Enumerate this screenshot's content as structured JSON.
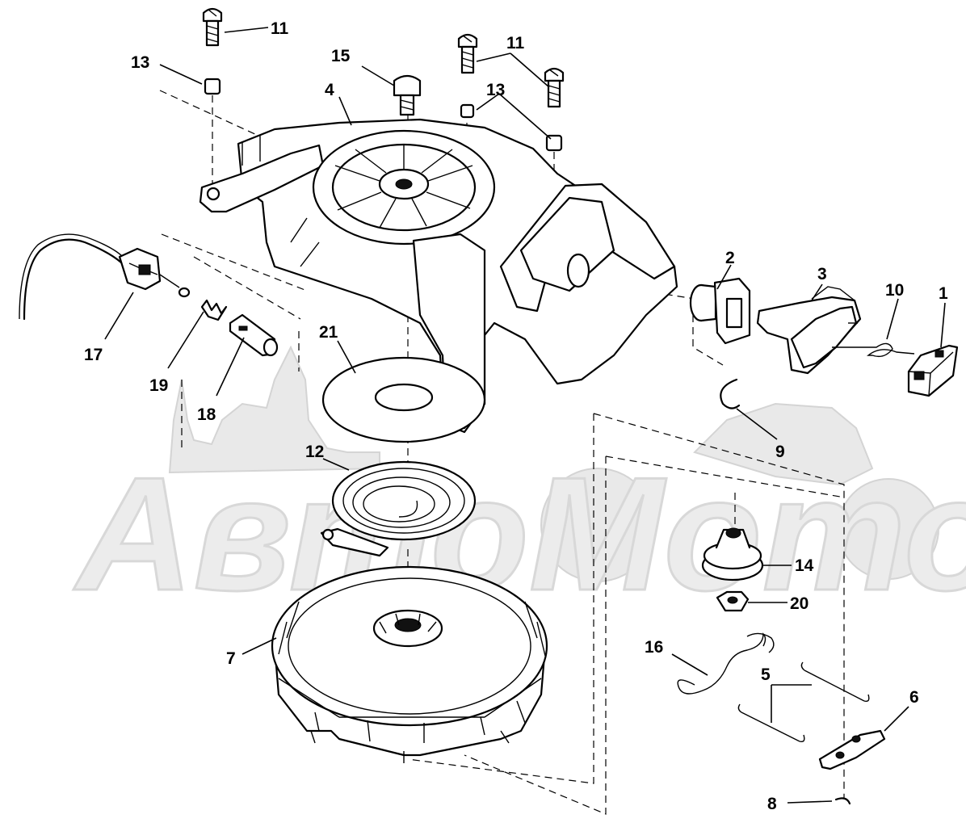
{
  "diagram": {
    "watermark_text": "АвтоМото",
    "callouts": {
      "c1": "1",
      "c2": "2",
      "c3": "3",
      "c4": "4",
      "c5": "5",
      "c6": "6",
      "c7": "7",
      "c8": "8",
      "c9": "9",
      "c10": "10",
      "c11a": "11",
      "c11b": "11",
      "c12": "12",
      "c13a": "13",
      "c13b": "13",
      "c14": "14",
      "c15": "15",
      "c16": "16",
      "c17": "17",
      "c18": "18",
      "c19": "19",
      "c20": "20",
      "c21": "21"
    }
  }
}
